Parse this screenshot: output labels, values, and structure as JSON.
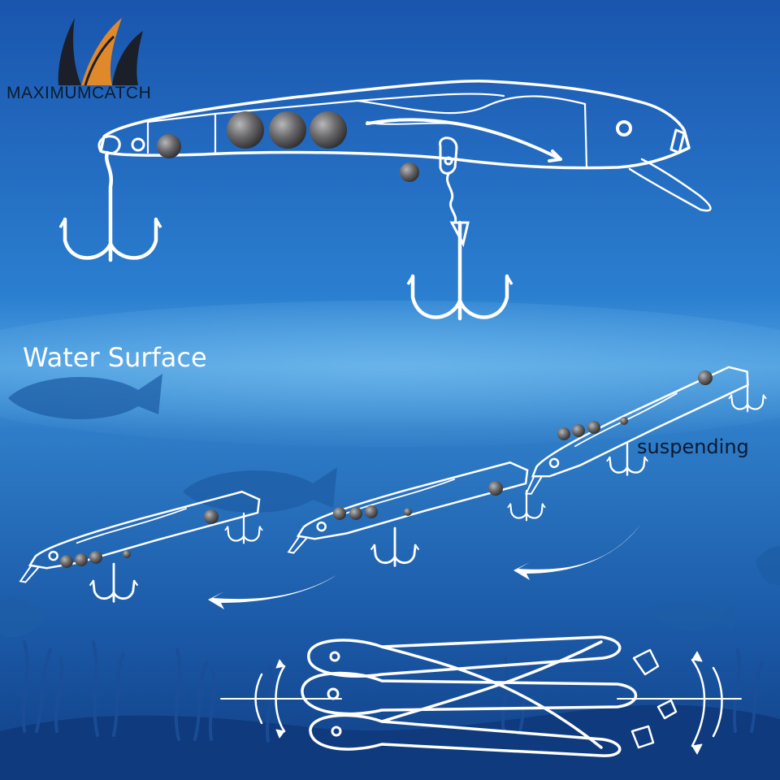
{
  "brand": {
    "name": "MAXIMUMCATCH"
  },
  "labels": {
    "water_surface": "Water  Surface",
    "suspending": "suspending"
  },
  "colors": {
    "sky_top": "#1d5fb8",
    "sky_bottom": "#2f86d4",
    "water_surface_band": "#6bb6ea",
    "deep_water": "#0f3d82",
    "seabed": "#0b2f6a",
    "outline": "#ffffff",
    "weight_ball": "#6e6e70",
    "logo_dark": "#1b1f2a",
    "logo_orange": "#e0892a"
  },
  "icons": [
    "brand-logo-icon",
    "lure-diagram",
    "treble-hook-icon",
    "weight-ball-icon",
    "curved-arrow-icon",
    "fish-silhouette-icon",
    "seaweed-icon"
  ]
}
